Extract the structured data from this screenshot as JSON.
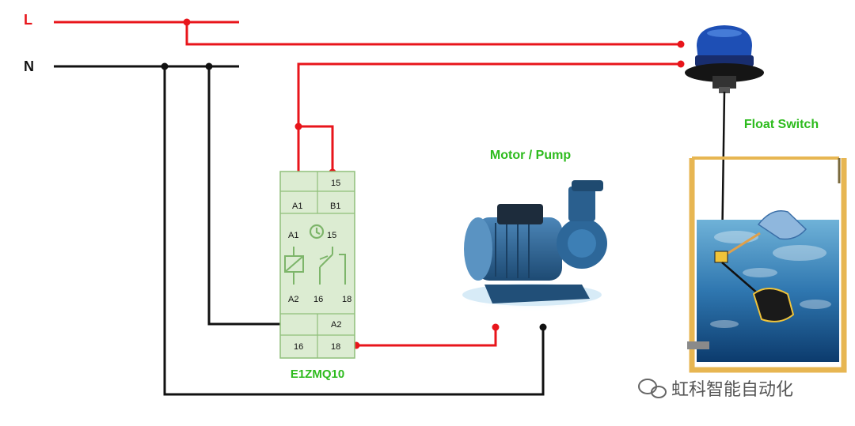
{
  "lines": {
    "live_label": "L",
    "neutral_label": "N"
  },
  "relay": {
    "model": "E1ZMQ10",
    "terminals": {
      "t15_top": "15",
      "a1_top": "A1",
      "b1_top": "B1",
      "a1_inner": "A1",
      "t15_inner": "15",
      "a2_inner": "A2",
      "t16_inner": "16",
      "t18_inner": "18",
      "a2_bottom": "A2",
      "t16_bottom": "16",
      "t18_bottom": "18"
    }
  },
  "pump": {
    "label": "Motor / Pump"
  },
  "float_switch": {
    "label": "Float Switch"
  },
  "watermark": {
    "text": "虹科智能自动化"
  },
  "colors": {
    "live_wire": "#e8151b",
    "neutral_wire": "#111111",
    "relay_fill": "#dcecd2",
    "relay_stroke": "#8fbf7a",
    "label_green": "#2dbb1d",
    "pump_blue": "#2a5f8e",
    "beacon_blue": "#1e4fb5",
    "tank_frame": "#e7b652"
  }
}
